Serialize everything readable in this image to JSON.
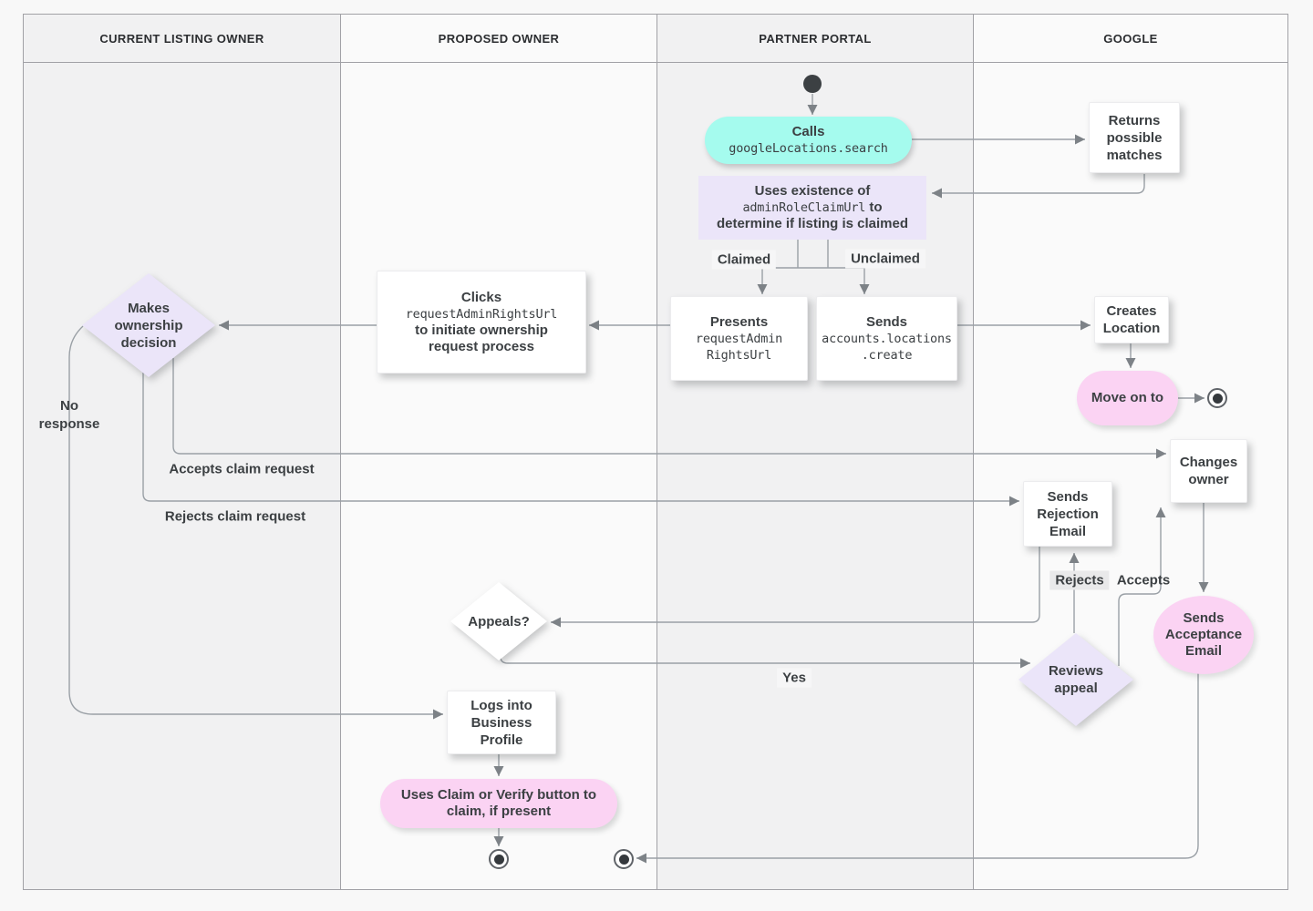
{
  "lanes": [
    {
      "label": "CURRENT LISTING OWNER"
    },
    {
      "label": "PROPOSED OWNER"
    },
    {
      "label": "PARTNER PORTAL"
    },
    {
      "label": "GOOGLE"
    }
  ],
  "nodes": {
    "calls": {
      "label": "Calls",
      "code": "googleLocations.search"
    },
    "returns_matches": {
      "label": "Returns possible matches"
    },
    "uses_existence": {
      "line1": "Uses existence of",
      "code": "adminRoleClaimUrl",
      "line2_rest": "to",
      "line3": "determine if listing is claimed"
    },
    "presents": {
      "label": "Presents",
      "code_line1": "requestAdmin",
      "code_line2": "RightsUrl"
    },
    "sends_create": {
      "label": "Sends",
      "code_line1": "accounts.locations",
      "code_line2": ".create"
    },
    "clicks": {
      "line1": "Clicks",
      "code": "requestAdminRightsUrl",
      "line3": "to initiate ownership",
      "line4": "request process"
    },
    "makes_decision": {
      "label": "Makes ownership decision"
    },
    "creates_location": {
      "label": "Creates Location"
    },
    "move_on": {
      "label": "Move on to"
    },
    "changes_owner": {
      "label": "Changes owner"
    },
    "sends_rejection": {
      "label": "Sends Rejection Email"
    },
    "appeals": {
      "label": "Appeals?"
    },
    "reviews_appeal": {
      "label": "Reviews appeal"
    },
    "sends_acceptance": {
      "label": "Sends Acceptance Email"
    },
    "logs_in": {
      "label": "Logs into Business Profile"
    },
    "claim_verify": {
      "label": "Uses Claim or Verify button to claim, if present"
    }
  },
  "edge_labels": {
    "claimed": "Claimed",
    "unclaimed": "Unclaimed",
    "no_response": "No response",
    "accepts_claim": "Accepts claim request",
    "rejects_claim": "Rejects claim request",
    "rejects": "Rejects",
    "accepts": "Accepts",
    "yes": "Yes"
  },
  "colors": {
    "lane_dark": "#f1f1f2",
    "lane_light": "#fafafa",
    "border": "#a1a1a6",
    "teal": "#a5fbee",
    "purple": "#ebe5f9",
    "pink": "#fbd3f3",
    "node_text": "#3c4043",
    "line": "#9aa0a6",
    "arrow": "#7d8287",
    "white_box": "#ffffff"
  }
}
